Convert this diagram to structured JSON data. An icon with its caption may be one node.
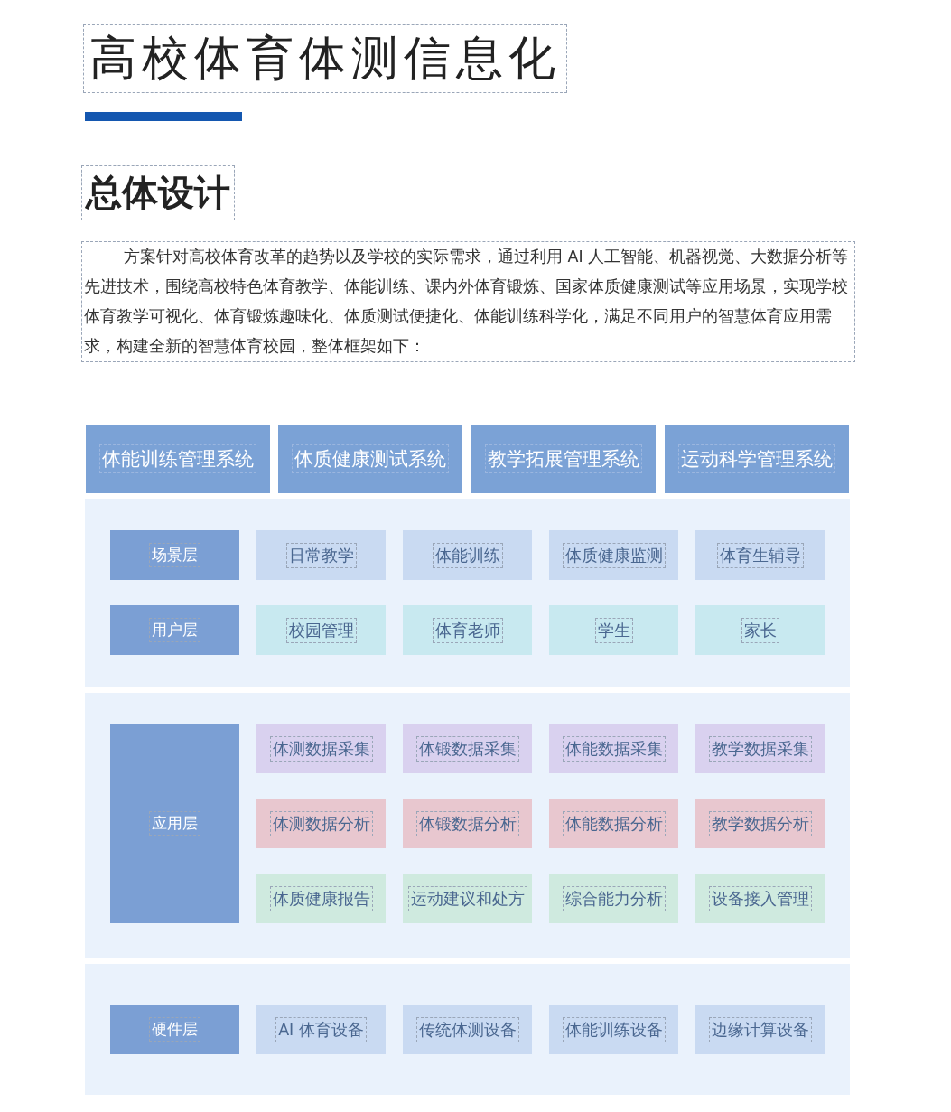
{
  "diagram": {
    "title": "高校体育体测信息化",
    "nodes": [
      {
        "text": [
          "体能训练管理系统"
        ]
      },
      {
        "text": [
          "体质健康测试系统"
        ]
      },
      {
        "text": [
          "教学拓展管理系统"
        ]
      },
      {
        "text": [
          "运动科学管理系统"
        ]
      },
      {
        "text": [],
        "shape": "box"
      },
      {
        "text": [
          "场景层"
        ],
        "in": 4
      },
      {
        "text": [
          "日常教学"
        ],
        "in": 4
      },
      {
        "text": [
          "体能训练"
        ],
        "in": 4
      },
      {
        "text": [
          "体质健康监测"
        ],
        "in": 4
      },
      {
        "text": [
          "体育生辅导"
        ],
        "in": 4
      },
      {
        "text": [
          "用户层"
        ],
        "in": 4
      },
      {
        "text": [
          "校园管理"
        ],
        "in": 4
      },
      {
        "text": [
          "体育老师"
        ],
        "in": 4
      },
      {
        "text": [
          "学生"
        ],
        "in": 4
      },
      {
        "text": [
          "家长"
        ],
        "in": 4
      },
      {
        "text": [],
        "shape": "box"
      },
      {
        "text": [
          "应用层"
        ],
        "in": 15
      },
      {
        "text": [
          "体测数据采集"
        ],
        "in": 15
      },
      {
        "text": [
          "体锻数据采集"
        ],
        "in": 15
      },
      {
        "text": [
          "体能数据采集"
        ],
        "in": 15
      },
      {
        "text": [
          "教学数据采集"
        ],
        "in": 15
      },
      {
        "text": [
          "体测数据分析"
        ],
        "in": 15
      },
      {
        "text": [
          "体锻数据分析"
        ],
        "in": 15
      },
      {
        "text": [
          "体能数据分析"
        ],
        "in": 15
      },
      {
        "text": [
          "教学数据分析"
        ],
        "in": 15
      },
      {
        "text": [
          "体质健康报告"
        ],
        "in": 15
      },
      {
        "text": [
          "运动建议和处方"
        ],
        "in": 15
      },
      {
        "text": [
          "综合能力分析"
        ],
        "in": 15
      },
      {
        "text": [
          "设备接入管理"
        ],
        "in": 15
      },
      {
        "text": [],
        "shape": "box"
      },
      {
        "text": [
          "硬件层"
        ],
        "in": 29
      },
      {
        "text": [
          "AI 体育设备"
        ],
        "in": 29
      },
      {
        "text": [
          "传统体测设备"
        ],
        "in": 29
      },
      {
        "text": [
          "体能训练设备"
        ],
        "in": 29
      },
      {
        "text": [
          "边缘计算设备"
        ],
        "in": 29
      }
    ],
    "edges": [],
    "labels": [
      "总体设计",
      "方案针对高校体育改革的趋势以及学校的实际需求，通过利用 AI 人工智能、机器视觉、大数据分析等先进技术，围绕高校特色体育教学、体能训练、课内外体育锻炼、国家体质健康测试等应用场景，实现学校体育教学可视化、体育锻炼趣味化、体质测试便捷化、体能训练科学化，满足不同用户的智慧体育应用需求，构建全新的智慧体育校园，整体框架如下："
    ]
  }
}
